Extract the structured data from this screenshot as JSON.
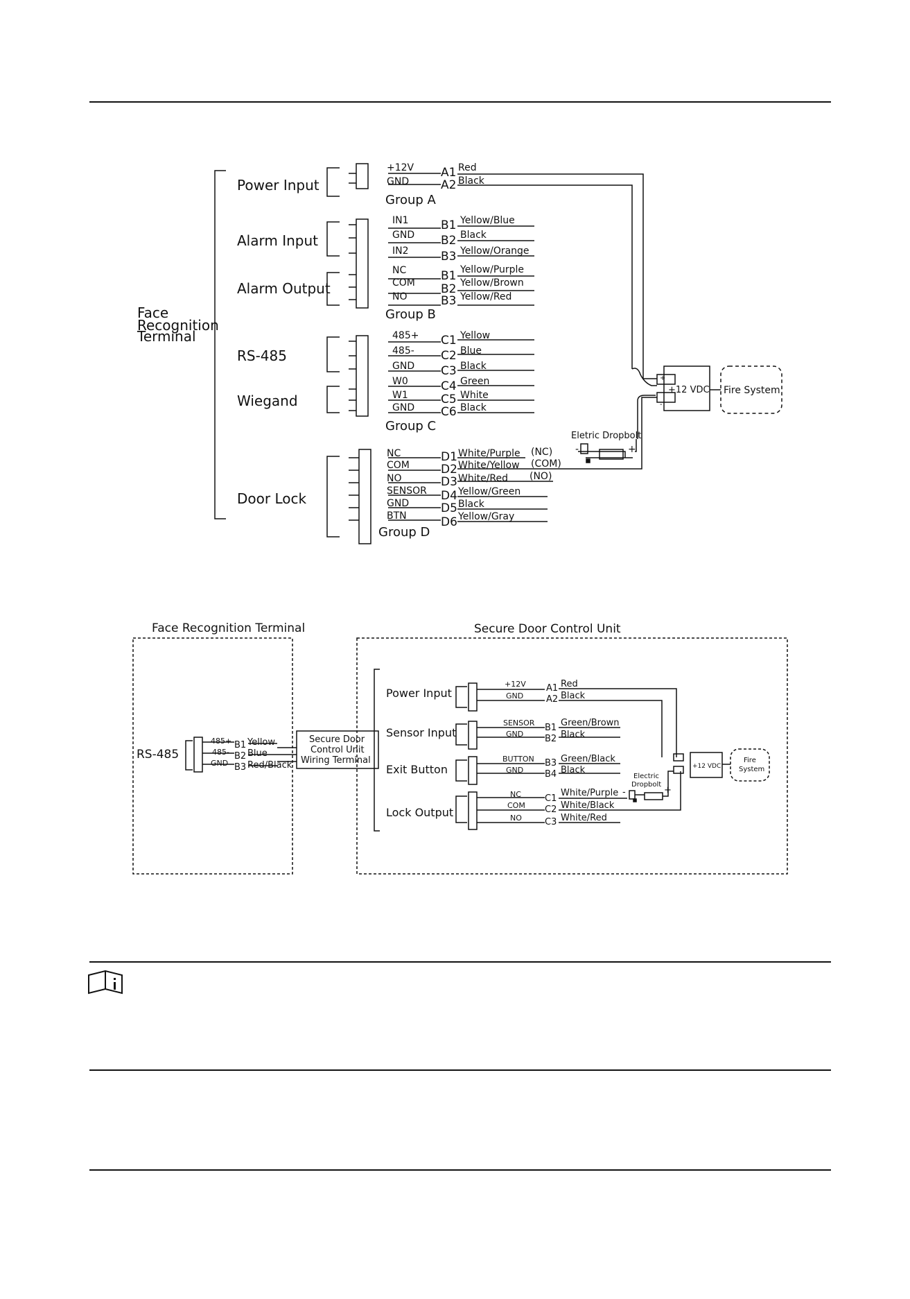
{
  "diagram1": {
    "device_label_lines": [
      "Face",
      "Recognition",
      "Terminal"
    ],
    "groups": [
      {
        "label": "Group A",
        "sections": [
          {
            "title": "Power Input",
            "terminals": [
              {
                "pin": "+12V",
                "id": "A1",
                "color": "Red"
              },
              {
                "pin": "GND",
                "id": "A2",
                "color": "Black"
              }
            ]
          }
        ]
      },
      {
        "label": "Group B",
        "sections": [
          {
            "title": "Alarm Input",
            "terminals": [
              {
                "pin": "IN1",
                "id": "B1",
                "color": "Yellow/Blue"
              },
              {
                "pin": "GND",
                "id": "B2",
                "color": "Black"
              },
              {
                "pin": "IN2",
                "id": "B3",
                "color": "Yellow/Orange"
              }
            ]
          },
          {
            "title": "Alarm Output",
            "terminals": [
              {
                "pin": "NC",
                "id": "B1",
                "color": "Yellow/Purple"
              },
              {
                "pin": "COM",
                "id": "B2",
                "color": "Yellow/Brown"
              },
              {
                "pin": "NO",
                "id": "B3",
                "color": "Yellow/Red"
              }
            ]
          }
        ]
      },
      {
        "label": "Group C",
        "sections": [
          {
            "title": "RS-485",
            "terminals": [
              {
                "pin": "485+",
                "id": "C1",
                "color": "Yellow"
              },
              {
                "pin": "485-",
                "id": "C2",
                "color": "Blue"
              },
              {
                "pin": "GND",
                "id": "C3",
                "color": "Black"
              }
            ]
          },
          {
            "title": "Wiegand",
            "terminals": [
              {
                "pin": "W0",
                "id": "C4",
                "color": "Green"
              },
              {
                "pin": "W1",
                "id": "C5",
                "color": "White"
              },
              {
                "pin": "GND",
                "id": "C6",
                "color": "Black"
              }
            ]
          }
        ]
      },
      {
        "label": "Group D",
        "sections": [
          {
            "title": "Door Lock",
            "terminals": [
              {
                "pin": "NC",
                "id": "D1",
                "color": "White/Purple",
                "note": "(NC)"
              },
              {
                "pin": "COM",
                "id": "D2",
                "color": "White/Yellow",
                "note": "(COM)"
              },
              {
                "pin": "NO",
                "id": "D3",
                "color": "White/Red",
                "note": "(NO)"
              },
              {
                "pin": "SENSOR",
                "id": "D4",
                "color": "Yellow/Green"
              },
              {
                "pin": "GND",
                "id": "D5",
                "color": "Black"
              },
              {
                "pin": "BTN",
                "id": "D6",
                "color": "Yellow/Gray"
              }
            ]
          }
        ]
      }
    ],
    "power_supply": "+12 VDC",
    "fire_system": "Fire System",
    "dropbolt": "Eletric Dropbolt",
    "minus": "-",
    "plus": "+"
  },
  "diagram2": {
    "left_title": "Face Recognition Terminal",
    "right_title": "Secure Door Control Unit",
    "rs485_label": "RS-485",
    "rs485_terminals": [
      {
        "pin": "485+",
        "id": "B1",
        "color": "Yellow"
      },
      {
        "pin": "485-",
        "id": "B2",
        "color": "Blue"
      },
      {
        "pin": "GND",
        "id": "B3",
        "color": "Red/Black"
      }
    ],
    "wiring_terminal_lines": [
      "Secure Door",
      "Control Unit",
      "Wiring Terminal"
    ],
    "sections": [
      {
        "title": "Power Input",
        "terminals": [
          {
            "pin": "+12V",
            "id": "A1",
            "color": "Red"
          },
          {
            "pin": "GND",
            "id": "A2",
            "color": "Black"
          }
        ]
      },
      {
        "title": "Sensor Input",
        "terminals": [
          {
            "pin": "SENSOR",
            "id": "B1",
            "color": "Green/Brown"
          },
          {
            "pin": "GND",
            "id": "B2",
            "color": "Black"
          }
        ]
      },
      {
        "title": "Exit Button",
        "terminals": [
          {
            "pin": "BUTTON",
            "id": "B3",
            "color": "Green/Black"
          },
          {
            "pin": "GND",
            "id": "B4",
            "color": "Black"
          }
        ]
      },
      {
        "title": "Lock Output",
        "terminals": [
          {
            "pin": "NC",
            "id": "C1",
            "color": "White/Purple"
          },
          {
            "pin": "COM",
            "id": "C2",
            "color": "White/Black"
          },
          {
            "pin": "NO",
            "id": "C3",
            "color": "White/Red"
          }
        ]
      }
    ],
    "power_supply": "+12 VDC",
    "fire_system_lines": [
      "Fire",
      "System"
    ],
    "dropbolt_lines": [
      "Electric",
      "Dropbolt"
    ],
    "minus": "-",
    "plus": "+"
  }
}
